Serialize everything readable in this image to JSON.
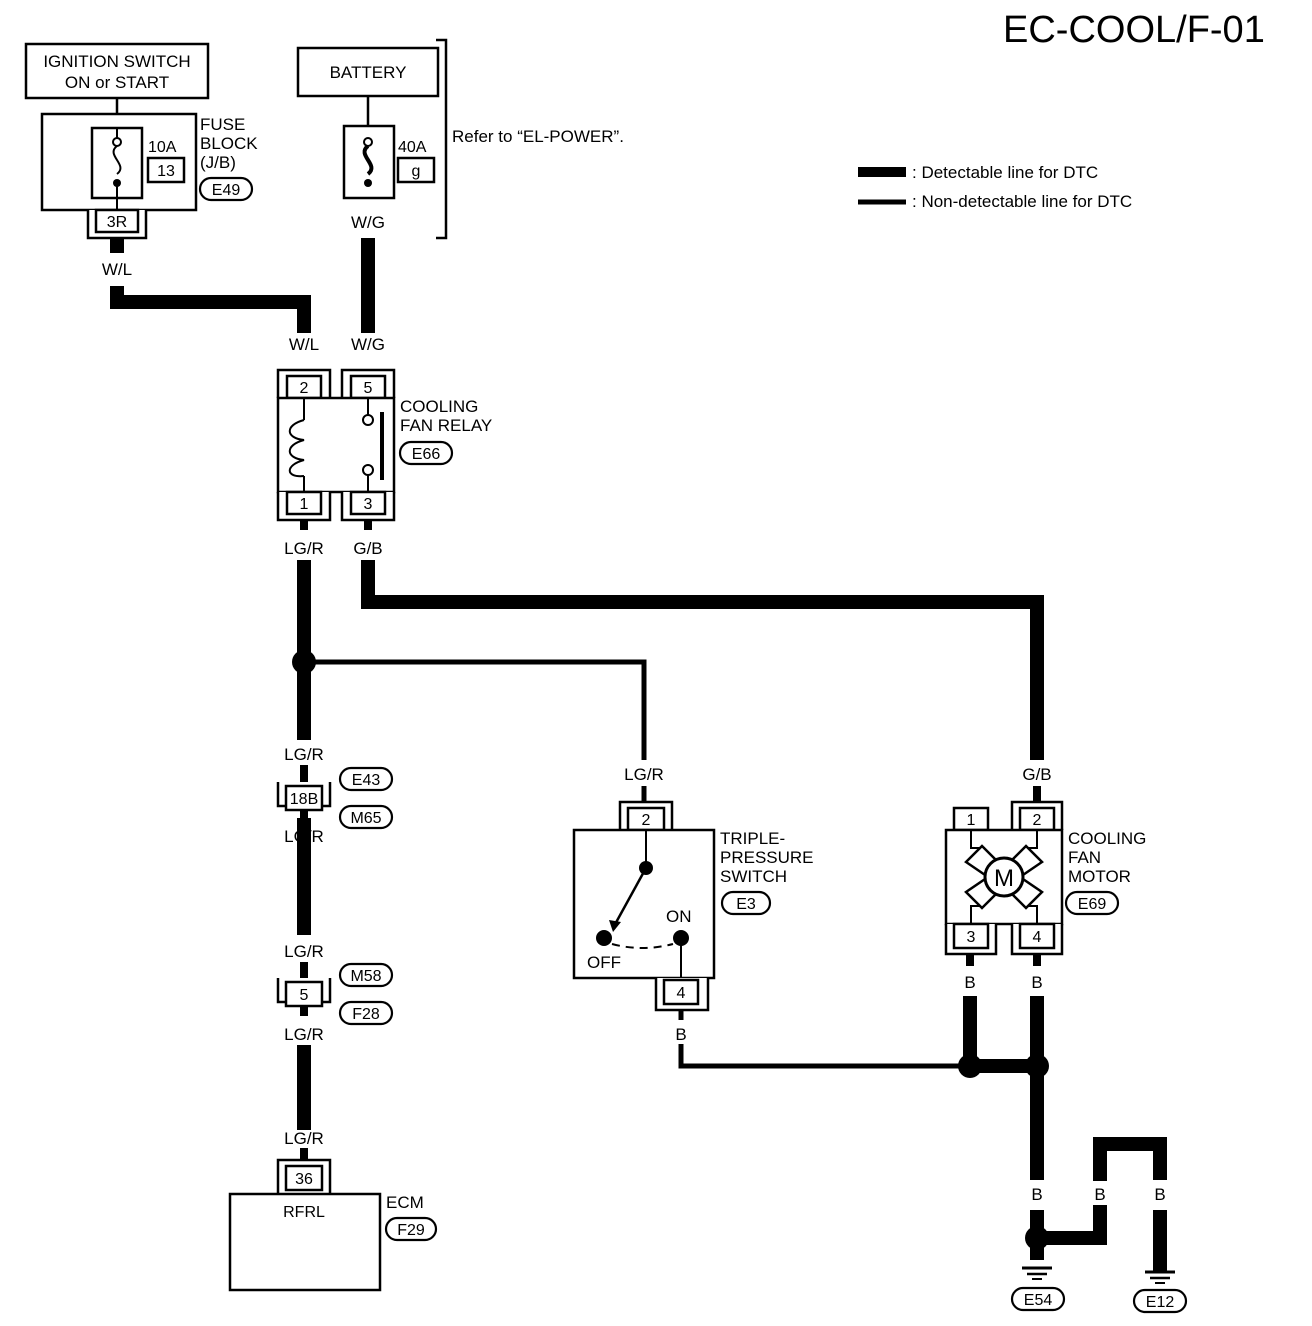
{
  "title": "EC-COOL/F-01",
  "legend": {
    "detectable": ": Detectable line for DTC",
    "non_detectable": ": Non-detectable line for DTC"
  },
  "ignition": {
    "line1": "IGNITION SWITCH",
    "line2": "ON or START"
  },
  "fuse_block": {
    "line1": "FUSE",
    "line2": "BLOCK",
    "line3": "(J/B)",
    "amp": "10A",
    "num": "13",
    "conn": "E49",
    "pin": "3R"
  },
  "battery": {
    "label": "BATTERY",
    "amp": "40A",
    "fuse": "g",
    "refer": "Refer to “EL-POWER”."
  },
  "relay": {
    "line1": "COOLING",
    "line2": "FAN RELAY",
    "conn": "E66",
    "pin2": "2",
    "pin5": "5",
    "pin1": "1",
    "pin3": "3"
  },
  "wires": {
    "wl": "W/L",
    "wg": "W/G",
    "lgr": "LG/R",
    "gb": "G/B",
    "b": "B"
  },
  "joint": {
    "pin": "18B",
    "conn1": "E43",
    "conn2": "M65"
  },
  "joint2": {
    "pin": "5",
    "conn1": "M58",
    "conn2": "F28"
  },
  "ecm": {
    "label": "ECM",
    "conn": "F29",
    "pin": "36",
    "terminal": "RFRL"
  },
  "pressure_switch": {
    "line1": "TRIPLE-",
    "line2": "PRESSURE",
    "line3": "SWITCH",
    "conn": "E3",
    "pin_top": "2",
    "pin_bottom": "4",
    "on": "ON",
    "off": "OFF"
  },
  "fan_motor": {
    "line1": "COOLING",
    "line2": "FAN",
    "line3": "MOTOR",
    "conn": "E69",
    "pin1": "1",
    "pin2": "2",
    "pin3": "3",
    "pin4": "4",
    "m": "M"
  },
  "grounds": {
    "g1": "E54",
    "g2": "E12"
  }
}
